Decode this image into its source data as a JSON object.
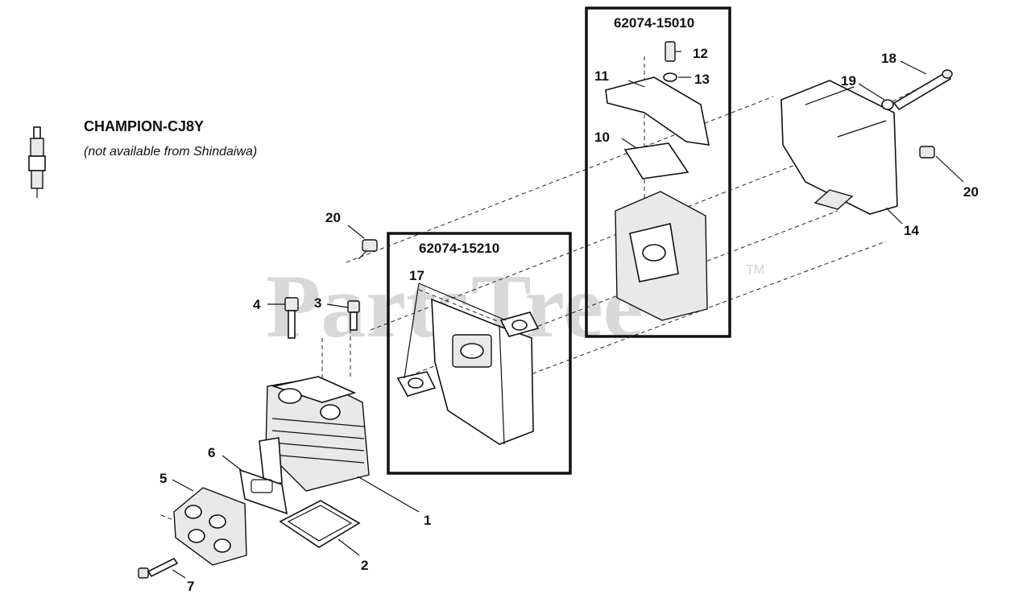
{
  "watermark": {
    "text": "PartsTree",
    "tm": "TM"
  },
  "note": {
    "title": "CHAMPION-CJ8Y",
    "subtitle": "(not available from Shindaiwa)"
  },
  "kits": [
    {
      "label": "62074-15210"
    },
    {
      "label": "62074-15010"
    }
  ],
  "callouts": {
    "c1": "1",
    "c2": "2",
    "c3": "3",
    "c4": "4",
    "c5": "5",
    "c6": "6",
    "c7": "7",
    "c10": "10",
    "c11": "11",
    "c12": "12",
    "c13": "13",
    "c14": "14",
    "c17": "17",
    "c18": "18",
    "c19": "19",
    "c20a": "20",
    "c20b": "20"
  }
}
